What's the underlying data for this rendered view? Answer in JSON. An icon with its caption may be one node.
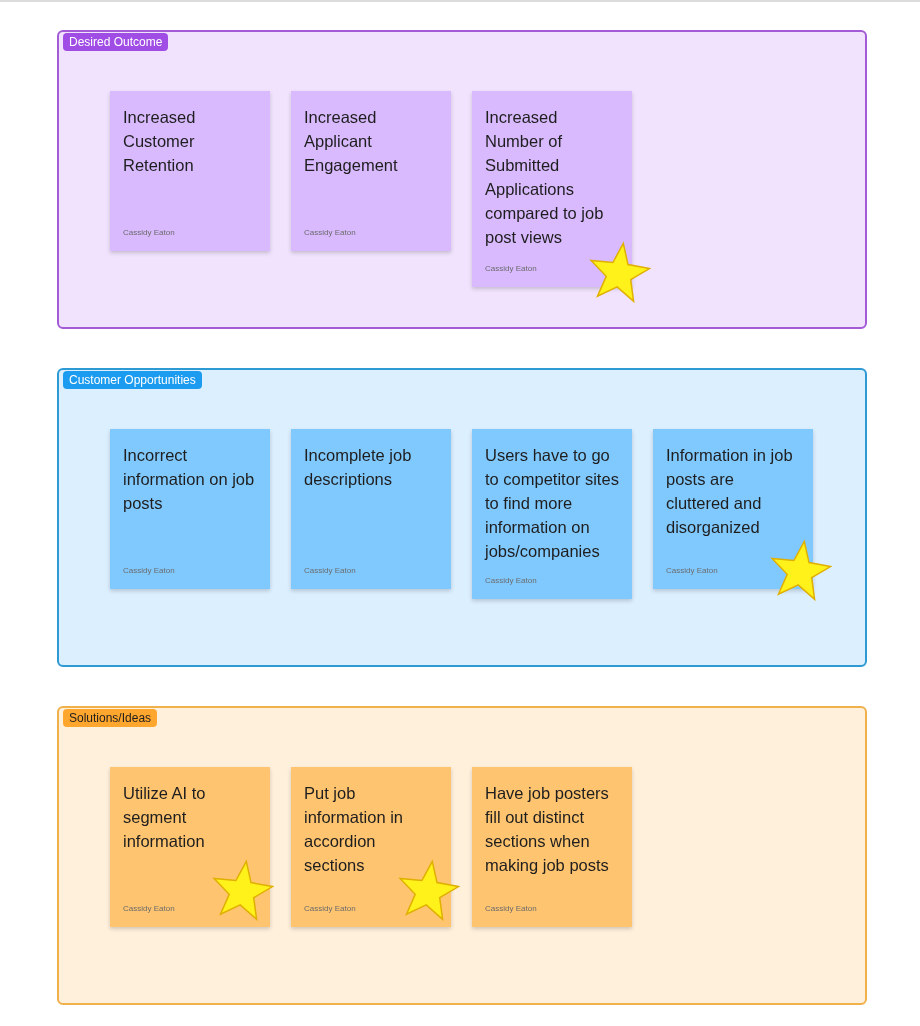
{
  "diagram": {
    "nodes": [
      {
        "text": [
          "Desired Outcome"
        ]
      },
      {
        "text": [
          "Increased Customer Retention",
          "Cassidy Eaton"
        ],
        "in": 0
      },
      {
        "text": [
          "Increased Applicant Engagement",
          "Cassidy Eaton"
        ],
        "in": 0
      },
      {
        "text": [
          "Increased Number of Submitted Applications compared to job post views",
          "Cassidy Eaton"
        ],
        "in": 0
      },
      {
        "text": [
          "Customer Opportunities"
        ]
      },
      {
        "text": [
          "Incorrect information on job posts",
          "Cassidy Eaton"
        ],
        "in": 4
      },
      {
        "text": [
          "Incomplete job descriptions",
          "Cassidy Eaton"
        ],
        "in": 4
      },
      {
        "text": [
          "Users have to go to competitor sites to find more information on jobs/companies",
          "Cassidy Eaton"
        ],
        "in": 4
      },
      {
        "text": [
          "Information in job posts are cluttered and disorganized",
          "Cassidy Eaton"
        ],
        "in": 4
      },
      {
        "text": [
          "Solutions/Ideas"
        ]
      },
      {
        "text": [
          "Utilize AI to segment information",
          "Cassidy Eaton"
        ],
        "in": 9
      },
      {
        "text": [
          "Put job information in accordion sections",
          "Cassidy Eaton"
        ],
        "in": 9
      },
      {
        "text": [
          "Have job posters fill out distinct sections when making job posts",
          "Cassidy Eaton"
        ],
        "in": 9
      }
    ],
    "edges": []
  }
}
